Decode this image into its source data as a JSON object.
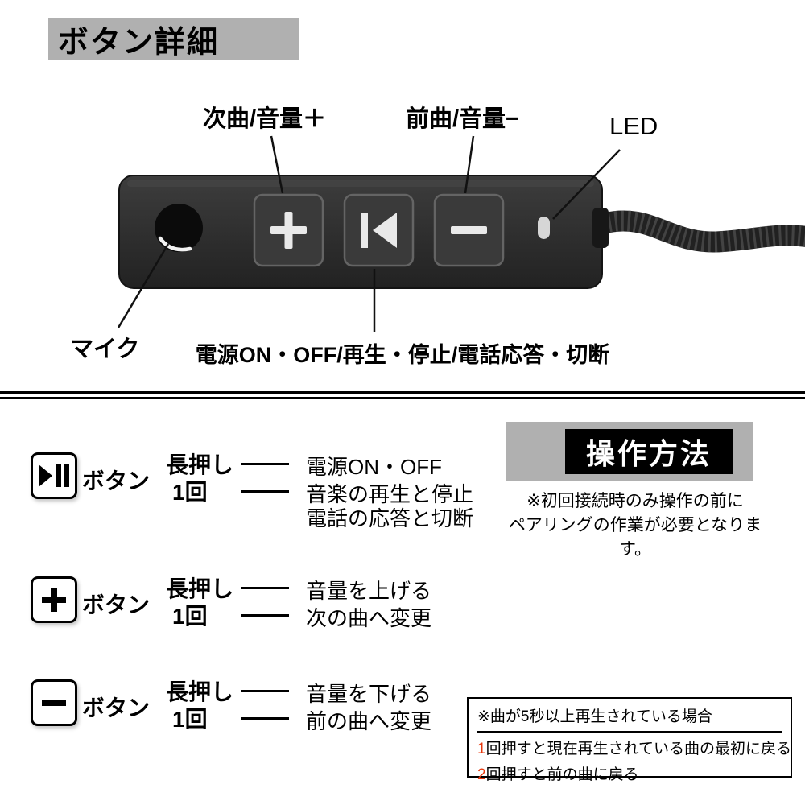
{
  "colors": {
    "title_bg": "#b0b0b0",
    "operation_title_bg": "#000000",
    "device_body": "#2d2d2d",
    "button_face": "#3a3a3a",
    "glyph_white": "#e9e9e9",
    "accent_red": "#e8380d"
  },
  "icons": {
    "plus_icon": "＋",
    "minus_icon": "−",
    "skip_back_icon": "|◀",
    "play_pause_icon": "▶||",
    "led_indicator": "●",
    "microphone": "●"
  },
  "button_details": {
    "title": "ボタン詳細",
    "label_next": "次曲/音量＋",
    "label_prev": "前曲/音量−",
    "label_led": "LED",
    "label_mic": "マイク",
    "label_center": "電源ON・OFF/再生・停止/電話応答・切断"
  },
  "operation": {
    "title": "操作方法",
    "note_line1": "※初回接続時のみ操作の前に",
    "note_line2": "ペアリングの作業が必要となります。",
    "button_word": "ボタン",
    "rows": [
      {
        "icon": "play-pause-icon",
        "long_label": "長押し",
        "once_label": "1回",
        "long_action": "電源ON・OFF",
        "once_action1": "音楽の再生と停止",
        "once_action2": "電話の応答と切断"
      },
      {
        "icon": "plus-icon",
        "long_label": "長押し",
        "once_label": "1回",
        "long_action": "音量を上げる",
        "once_action1": "次の曲へ変更"
      },
      {
        "icon": "minus-icon",
        "long_label": "長押し",
        "once_label": "1回",
        "long_action": "音量を下げる",
        "once_action1": "前の曲へ変更"
      }
    ],
    "tip": {
      "heading": "※曲が5秒以上再生されている場合",
      "line1_num": "1",
      "line1_text": "回押すと現在再生されている曲の最初に戻る",
      "line2_num": "2",
      "line2_text": "回押すと前の曲に戻る"
    }
  }
}
